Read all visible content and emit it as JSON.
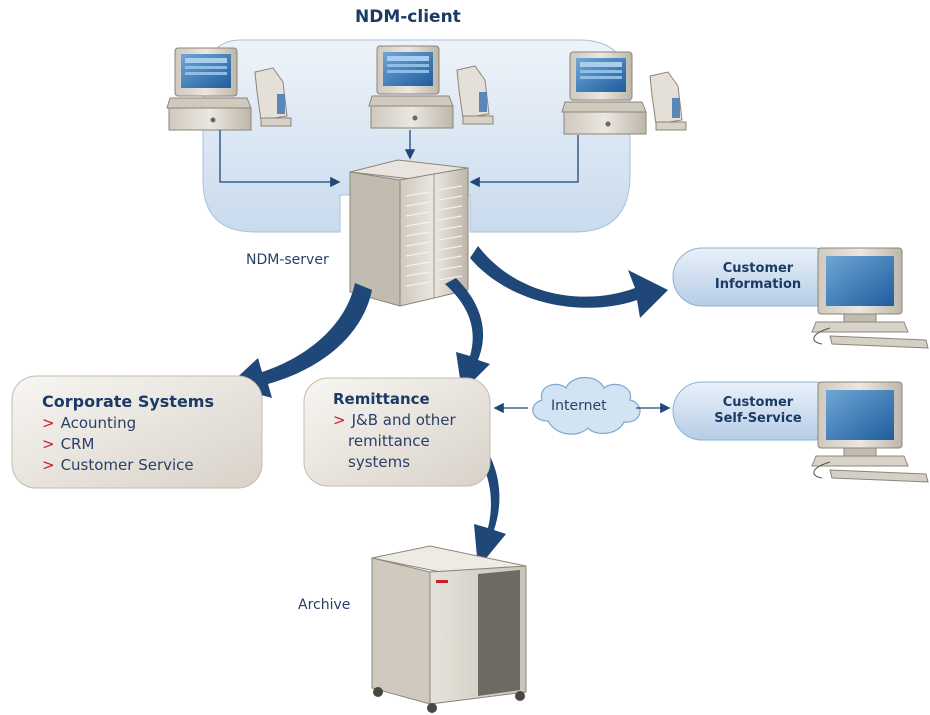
{
  "client": {
    "title": "NDM-client",
    "workstation_count": 3
  },
  "server": {
    "label": "NDM-server"
  },
  "corporate": {
    "title": "Corporate Systems",
    "bullet_symbol": ">",
    "items": [
      "Acounting",
      "CRM",
      "Customer Service"
    ]
  },
  "remittance": {
    "title": "Remittance",
    "bullet_symbol": ">",
    "lines": [
      "J&B and other",
      "remittance",
      "systems"
    ]
  },
  "internet": {
    "label": "Internet"
  },
  "customer_info": {
    "line1": "Customer",
    "line2": "Information"
  },
  "customer_self": {
    "line1": "Customer",
    "line2": "Self-Service"
  },
  "archive": {
    "label": "Archive"
  },
  "colors": {
    "navy_text": "#1c3a66",
    "arrow": "#1f4778",
    "bullet": "#c8202a",
    "client_zone": "#d9e6f3",
    "pill": "#cfe0f2",
    "box_fill": "#ece8e1"
  },
  "icons": [
    "workstation-icon",
    "server-tower-icon",
    "cloud-icon",
    "monitor-icon",
    "archive-cabinet-icon"
  ]
}
